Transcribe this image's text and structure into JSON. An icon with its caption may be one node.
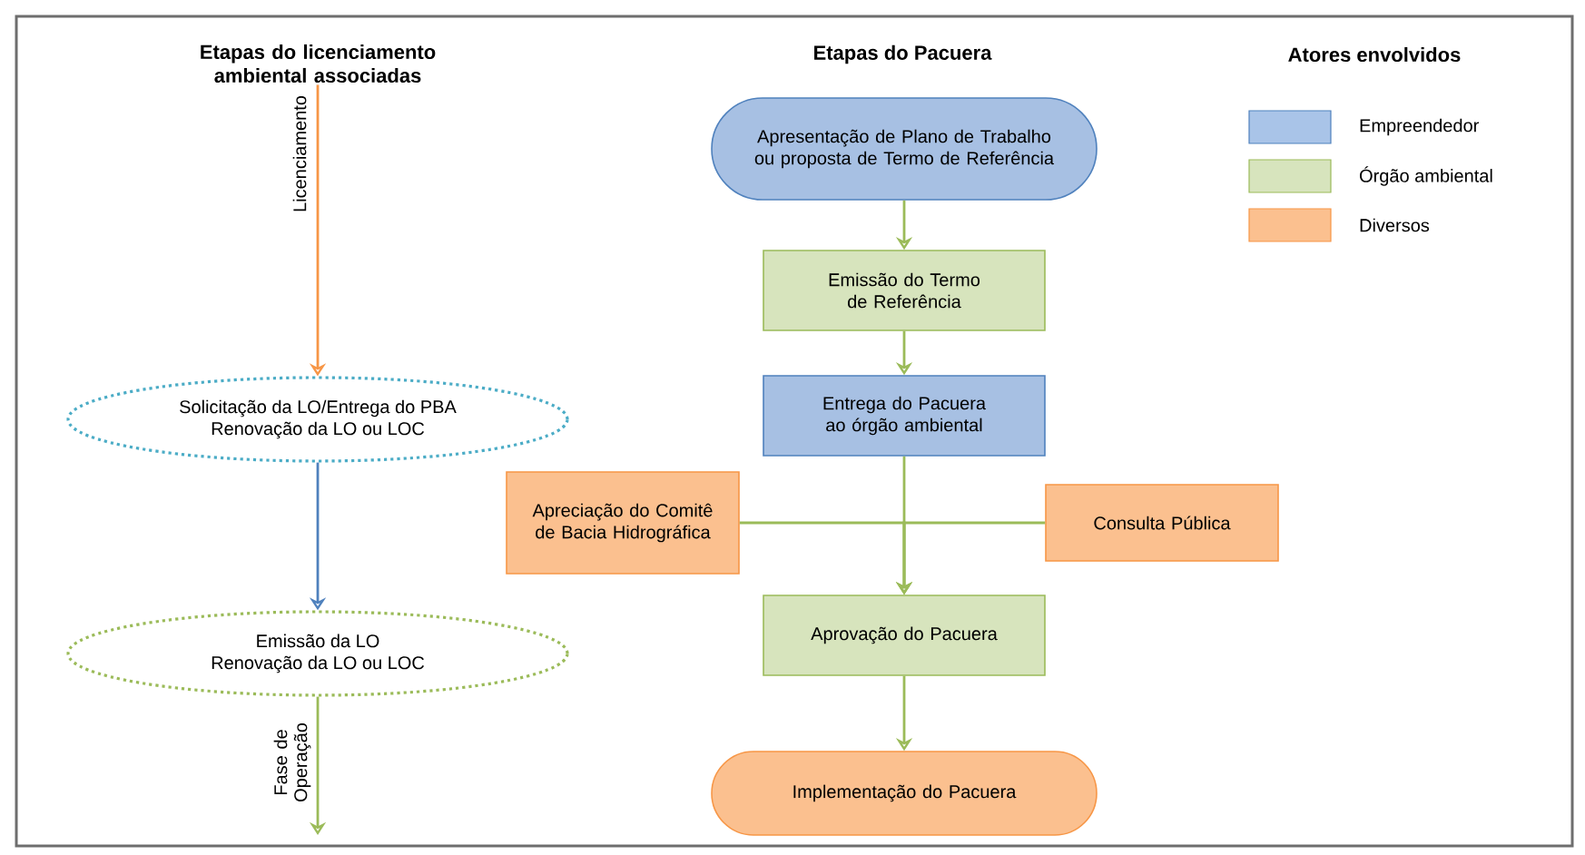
{
  "diagram": {
    "nodes": [
      {
        "text": [
          "Etapas do licenciamento ambiental associadas"
        ]
      },
      {
        "text": [
          "Solicitação da LO/Entrega do PBA",
          "Renovação da LO ou LOC"
        ]
      },
      {
        "text": [
          "Emissão da LO",
          "Renovação da LO ou LOC"
        ]
      },
      {
        "text": [
          "Apresentação de Plano de Trabalho ou proposta de Termo de Referência"
        ]
      },
      {
        "text": [
          "Emissão do Termo de Referência"
        ]
      },
      {
        "text": [
          "Entrega do Pacuera ao órgão ambiental"
        ]
      },
      {
        "text": [
          "Apreciação do Comitê de Bacia Hidrográfica"
        ]
      },
      {
        "text": [
          "Consulta Pública"
        ]
      },
      {
        "text": [
          "Aprovação do Pacuera"
        ]
      },
      {
        "text": [
          "Implementação do Pacuera"
        ]
      }
    ],
    "edges": [
      {
        "from": 0,
        "to": 1,
        "arrow": "to",
        "label": "Licenciamento",
        "color": "#f79646"
      },
      {
        "from": 1,
        "to": 2,
        "arrow": "to",
        "color": "#4f81bd"
      },
      {
        "from": 2,
        "to": null,
        "arrow": "to",
        "label": "Fase de Operação"
      },
      {
        "from": 3,
        "to": 4,
        "arrow": "to"
      },
      {
        "from": 4,
        "to": 5,
        "arrow": "to"
      },
      {
        "from": 5,
        "to": 8,
        "arrow": "to"
      },
      {
        "from": 6,
        "to": 8,
        "arrow": "to"
      },
      {
        "from": 7,
        "to": 8,
        "arrow": "to"
      },
      {
        "from": 8,
        "to": 9,
        "arrow": "to"
      }
    ],
    "labels": [
      "Etapas do Pacuera",
      "Atores envolvidos"
    ],
    "legend": [
      {
        "text": "Empreendedor",
        "color": "#a9c4e8"
      },
      {
        "text": "Órgão ambiental",
        "color": "#d7e4bd"
      },
      {
        "text": "Diversos",
        "color": "#fbc08f"
      }
    ]
  }
}
